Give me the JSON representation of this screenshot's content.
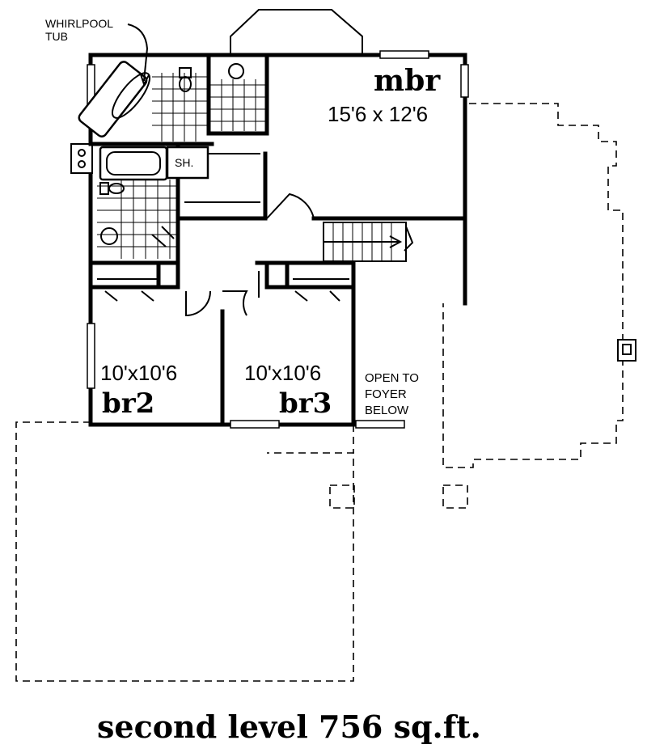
{
  "labels": {
    "whirlpool_line1": "WHIRLPOOL",
    "whirlpool_line2": "TUB",
    "shower": "SH.",
    "open_line1": "OPEN TO",
    "open_line2": "FOYER",
    "open_line3": "BELOW"
  },
  "rooms": {
    "mbr": {
      "name": "mbr",
      "size": "15'6 x 12'6"
    },
    "br2": {
      "name": "br2",
      "size": "10'x10'6"
    },
    "br3": {
      "name": "br3",
      "size": "10'x10'6"
    }
  },
  "caption": "second level 756 sq.ft."
}
